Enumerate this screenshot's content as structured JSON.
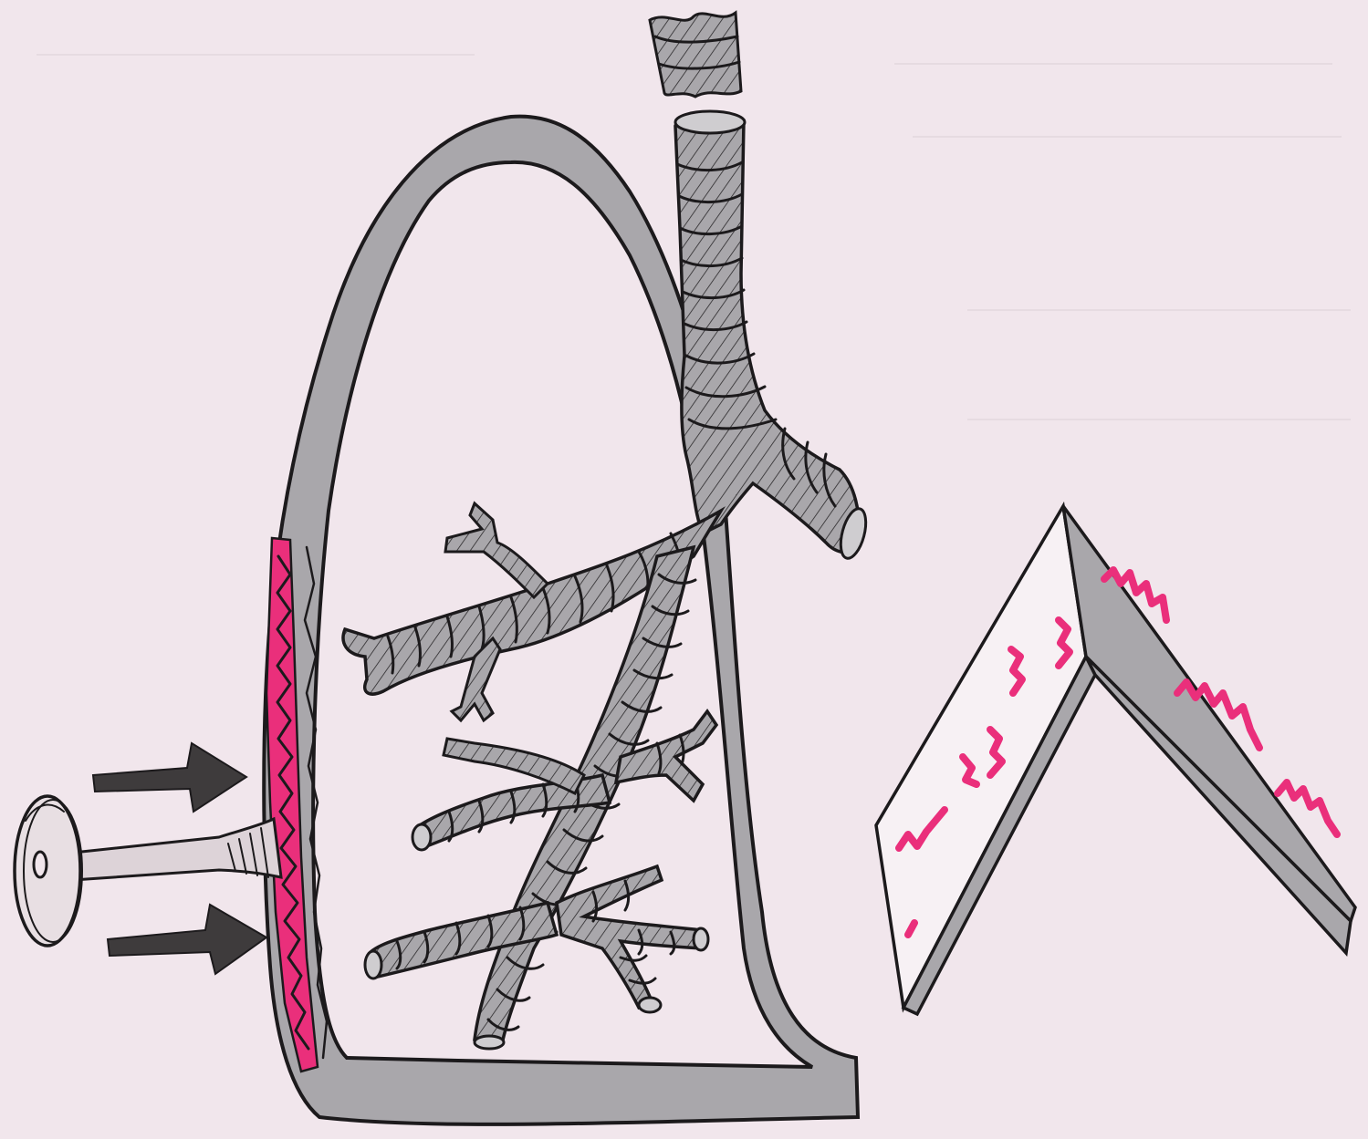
{
  "figure": {
    "background": "#f1e6ec",
    "tissue_color": "#a9a7ab",
    "ink_color": "#1c1a1c",
    "highlight_color": "#ea2f7b",
    "arrow_color": "#3e3b3c",
    "parts": [
      "lung-outline",
      "trachea-ring-fragment",
      "trachea",
      "bronchial-tree",
      "diseased-pleura-zone",
      "suction-plunger",
      "compression-arrows",
      "folded-tissue-slab"
    ]
  }
}
